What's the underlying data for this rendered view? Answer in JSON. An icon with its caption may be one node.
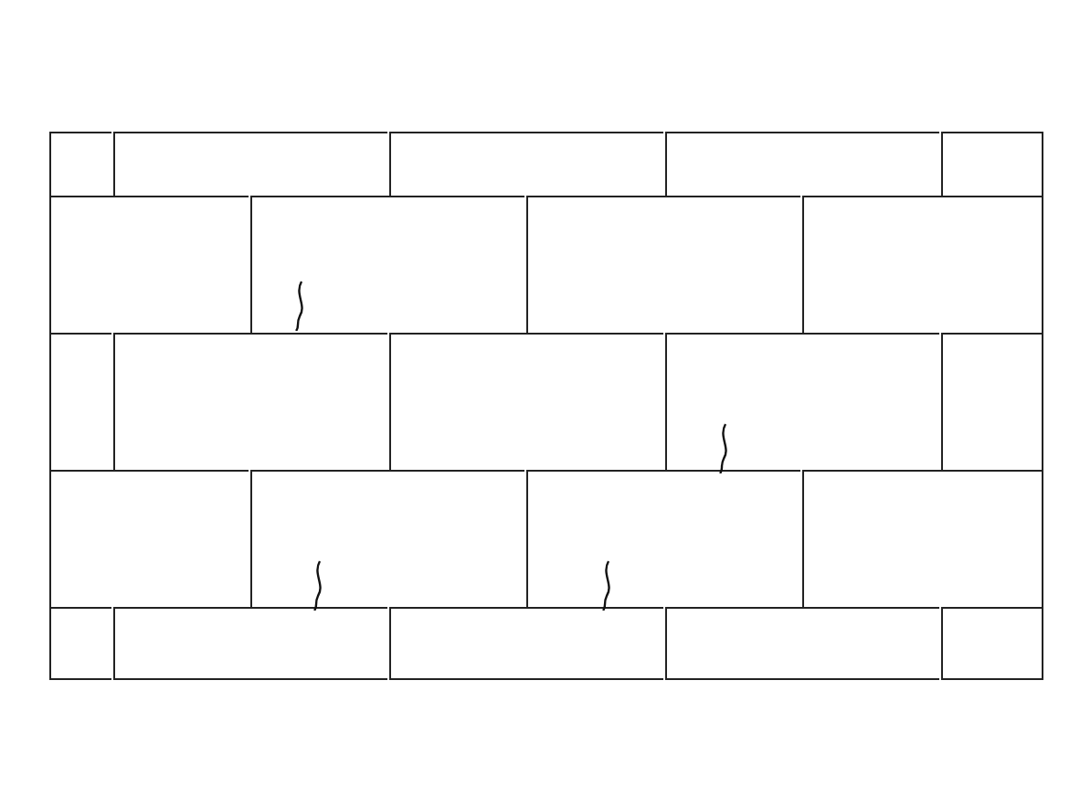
{
  "diagram": {
    "nodes": [
      {
        "text": [],
        "shape": "box"
      },
      {
        "text": [],
        "shape": "box"
      },
      {
        "text": [],
        "shape": "box"
      },
      {
        "text": [],
        "shape": "box"
      },
      {
        "text": [],
        "shape": "box"
      },
      {
        "text": [],
        "shape": "box"
      },
      {
        "text": [],
        "shape": "box"
      },
      {
        "text": [],
        "shape": "box"
      },
      {
        "text": [],
        "shape": "box"
      },
      {
        "text": [],
        "shape": "box"
      },
      {
        "text": [],
        "shape": "box"
      },
      {
        "text": [],
        "shape": "box"
      },
      {
        "text": [],
        "shape": "box"
      },
      {
        "text": [],
        "shape": "box"
      },
      {
        "text": [],
        "shape": "box"
      },
      {
        "text": [],
        "shape": "box"
      },
      {
        "text": [],
        "shape": "box"
      },
      {
        "text": [],
        "shape": "box"
      },
      {
        "text": [],
        "shape": "box"
      },
      {
        "text": [],
        "shape": "box"
      },
      {
        "text": [],
        "shape": "box"
      },
      {
        "text": [],
        "shape": "box"
      },
      {
        "text": [],
        "shape": "box"
      }
    ]
  }
}
